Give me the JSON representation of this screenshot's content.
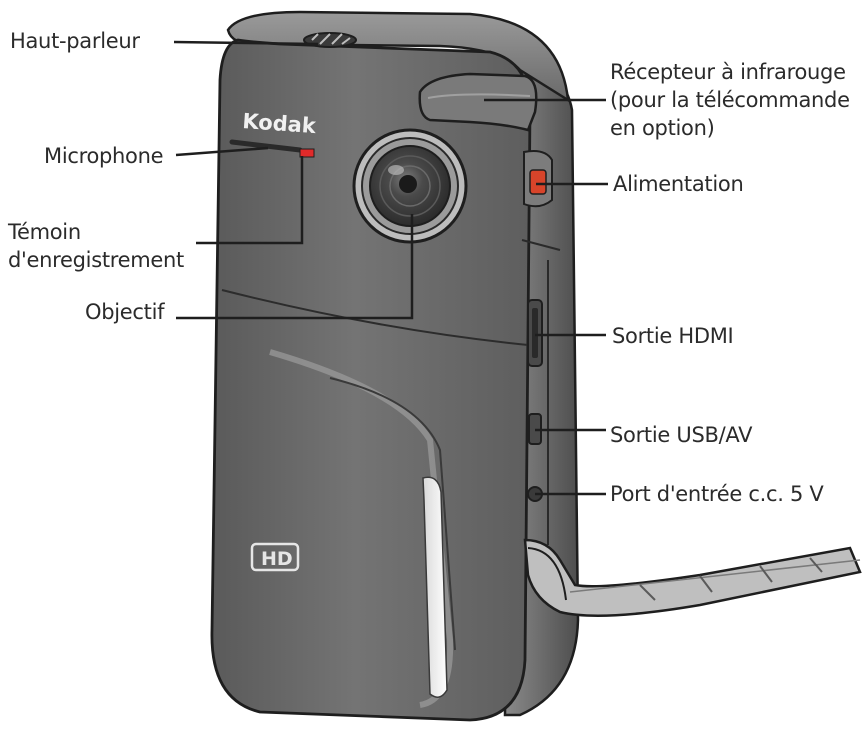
{
  "labels": {
    "speaker": "Haut-parleur",
    "microphone": "Microphone",
    "record_light_line1": "Témoin",
    "record_light_line2": "d'enregistrement",
    "lens": "Objectif",
    "ir_line1": "Récepteur à infrarouge",
    "ir_line2": "(pour la télécommande",
    "ir_line3": "en option)",
    "power": "Alimentation",
    "hdmi": "Sortie HDMI",
    "usb_av": "Sortie USB/AV",
    "dc_in": "Port d'entrée c.c. 5 V"
  },
  "device": {
    "brand": "Kodak",
    "badge": "HD"
  },
  "colors": {
    "body": "#6b6b6b",
    "outline": "#1e1e1e",
    "record_led": "#e02a2a",
    "power_button": "#d8442a"
  }
}
